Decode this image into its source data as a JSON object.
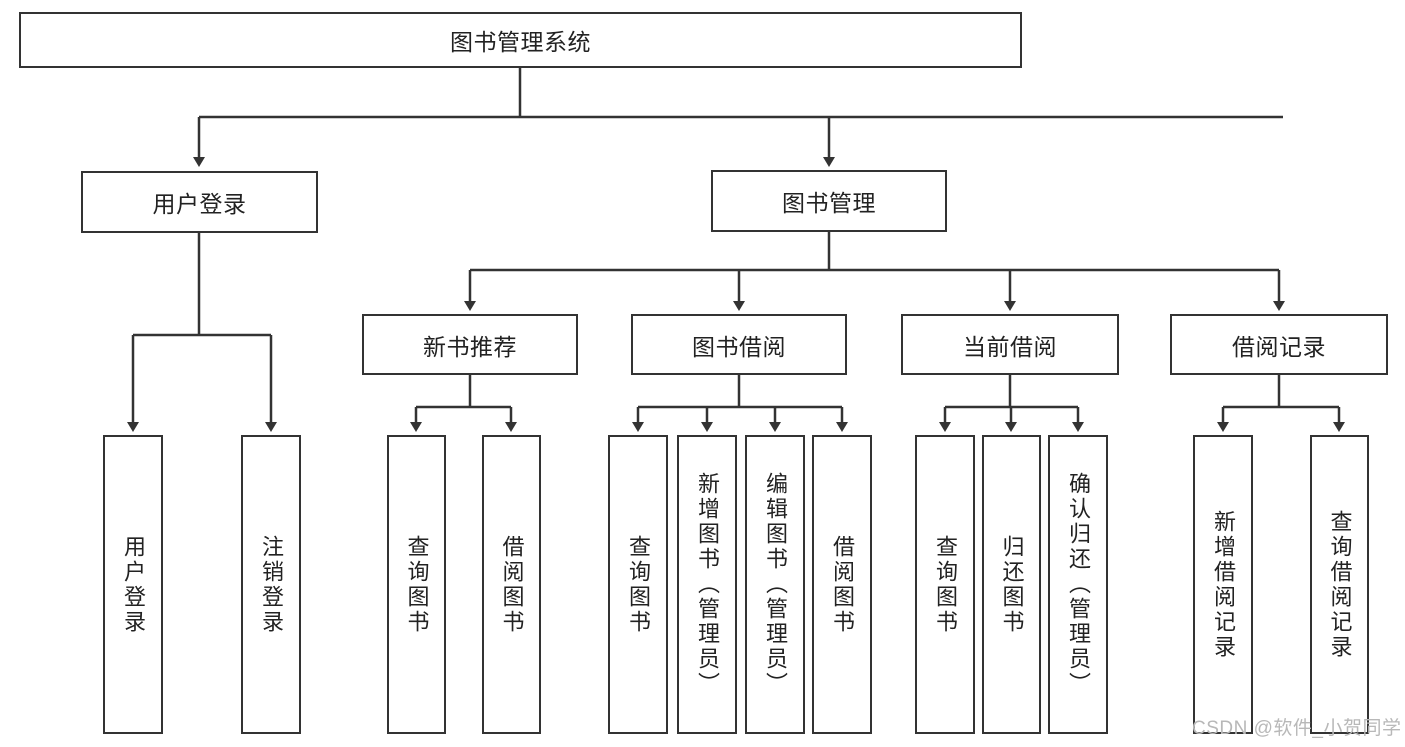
{
  "diagram": {
    "type": "tree-hierarchy",
    "title": "图书管理系统",
    "root": {
      "id": "root",
      "label": "图书管理系统"
    },
    "level2": [
      {
        "id": "user-login",
        "label": "用户登录"
      },
      {
        "id": "book-manage",
        "label": "图书管理"
      }
    ],
    "level3": [
      {
        "id": "new-book-recommend",
        "label": "新书推荐",
        "parent": "book-manage"
      },
      {
        "id": "book-borrow",
        "label": "图书借阅",
        "parent": "book-manage"
      },
      {
        "id": "current-borrow",
        "label": "当前借阅",
        "parent": "book-manage"
      },
      {
        "id": "borrow-record",
        "label": "借阅记录",
        "parent": "book-manage"
      }
    ],
    "leaves": [
      {
        "id": "leaf-user-login",
        "label": "用户登录",
        "parent": "user-login"
      },
      {
        "id": "leaf-user-logout",
        "label": "注销登录",
        "parent": "user-login"
      },
      {
        "id": "leaf-query-book-1",
        "label": "查询图书",
        "parent": "new-book-recommend"
      },
      {
        "id": "leaf-borrow-book-1",
        "label": "借阅图书",
        "parent": "new-book-recommend"
      },
      {
        "id": "leaf-query-book-2",
        "label": "查询图书",
        "parent": "book-borrow"
      },
      {
        "id": "leaf-add-book",
        "label": "新增图书（管理员）",
        "parent": "book-borrow"
      },
      {
        "id": "leaf-edit-book",
        "label": "编辑图书（管理员）",
        "parent": "book-borrow"
      },
      {
        "id": "leaf-borrow-book-2",
        "label": "借阅图书",
        "parent": "book-borrow"
      },
      {
        "id": "leaf-query-book-3",
        "label": "查询图书",
        "parent": "current-borrow"
      },
      {
        "id": "leaf-return-book",
        "label": "归还图书",
        "parent": "current-borrow"
      },
      {
        "id": "leaf-confirm-return",
        "label": "确认归还（管理员）",
        "parent": "current-borrow"
      },
      {
        "id": "leaf-add-record",
        "label": "新增借阅记录",
        "parent": "borrow-record"
      },
      {
        "id": "leaf-query-record",
        "label": "查询借阅记录",
        "parent": "borrow-record"
      }
    ]
  },
  "watermark": {
    "text": "CSDN @软件_小贺同学"
  },
  "colors": {
    "stroke": "#333333",
    "text": "#222222",
    "background": "#ffffff",
    "watermark": "#b8b8b8"
  }
}
